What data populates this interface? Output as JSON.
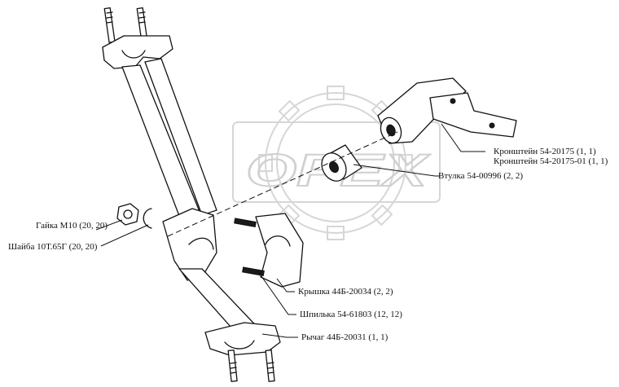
{
  "watermark": {
    "text": "OPEX"
  },
  "callouts": [
    {
      "id": "bracket",
      "lines": [
        "Кронштейн 54-20175 (1, 1)",
        "Кронштейн 54-20175-01 (1, 1)"
      ]
    },
    {
      "id": "bushing",
      "lines": [
        "Втулка 54-00996 (2, 2)"
      ]
    },
    {
      "id": "nut",
      "lines": [
        "Гайка М10 (20, 20)"
      ]
    },
    {
      "id": "washer",
      "lines": [
        "Шайба 10Т.65Г (20, 20)"
      ]
    },
    {
      "id": "cover",
      "lines": [
        "Крышка 44Б-20034 (2, 2)"
      ]
    },
    {
      "id": "stud",
      "lines": [
        "Шпилька 54-61803 (12, 12)"
      ]
    },
    {
      "id": "lever",
      "lines": [
        "Рычаг 44Б-20031 (1, 1)"
      ]
    }
  ]
}
